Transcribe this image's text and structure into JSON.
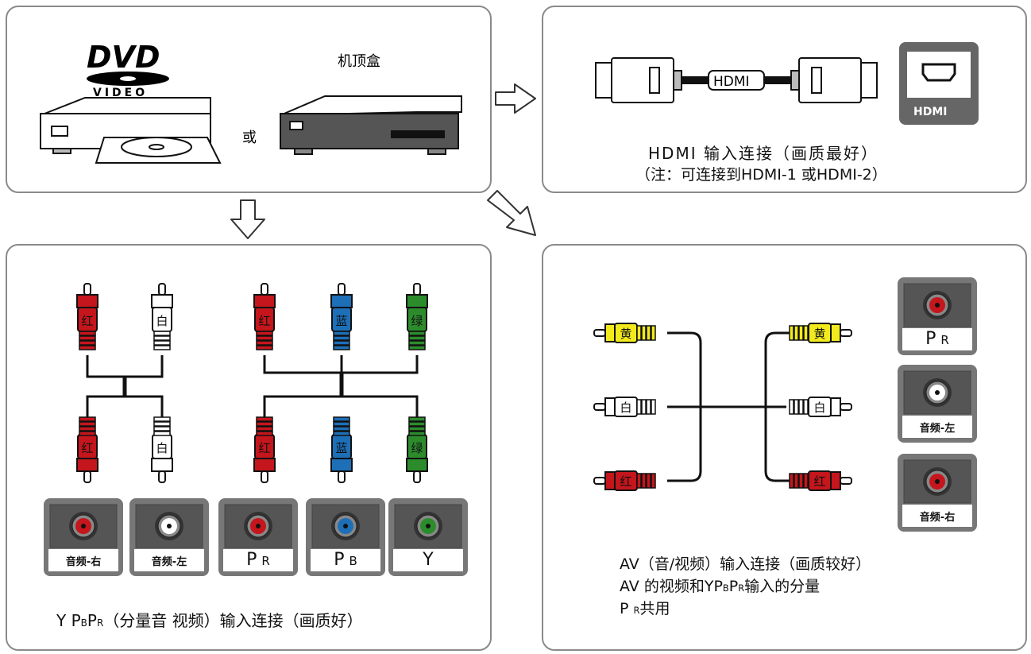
{
  "colors": {
    "red": "#c4161c",
    "white": "#ffffff",
    "blue": "#1d6fb8",
    "green": "#2c8c2c",
    "yellow": "#f2ea1d",
    "panel_border": "#8a8a8a",
    "jack_bg": "#777777"
  },
  "source_panel": {
    "dvd_logo": "DVD",
    "dvd_video": "VIDEO",
    "or_label": "或",
    "settop_label": "机顶盒"
  },
  "hdmi_panel": {
    "cable_label": "HDMI",
    "port_logo": "HDMI",
    "title": "HDMI 输入连接（画质最好）",
    "note": "（注：可连接到HDMI-1 或HDMI-2）"
  },
  "component_panel": {
    "plug_labels": {
      "red": "红",
      "white": "白",
      "blue": "蓝",
      "green": "绿"
    },
    "jacks": [
      {
        "label": "音频-右",
        "color": "red"
      },
      {
        "label": "音频-左",
        "color": "white"
      },
      {
        "label_main": "P",
        "label_sub": "R",
        "color": "red"
      },
      {
        "label_main": "P",
        "label_sub": "B",
        "color": "blue"
      },
      {
        "label_main": "Y",
        "label_sub": "",
        "color": "green"
      }
    ],
    "caption_y": "Y",
    "caption_pb": "P",
    "caption_pb_sub": "B",
    "caption_pr": "P",
    "caption_pr_sub": "R",
    "caption_rest": "（分量音 视频）输入连接（画质好）"
  },
  "av_panel": {
    "plug_labels": {
      "yellow": "黄",
      "white": "白",
      "red": "红"
    },
    "jacks": [
      {
        "label_main": "P",
        "label_sub": "R",
        "color": "red"
      },
      {
        "label": "音频-左",
        "color": "white"
      },
      {
        "label": "音频-右",
        "color": "red"
      }
    ],
    "caption_line1": "AV（音/视频）输入连接（画质较好）",
    "caption_line2_a": "AV 的视频和Y",
    "caption_line2_pb": "P",
    "caption_line2_pb_sub": "B",
    "caption_line2_pr": "P",
    "caption_line2_pr_sub": "R",
    "caption_line2_b": "输入的分量",
    "caption_line3_p": "P",
    "caption_line3_sub": "R",
    "caption_line3_rest": "共用"
  }
}
